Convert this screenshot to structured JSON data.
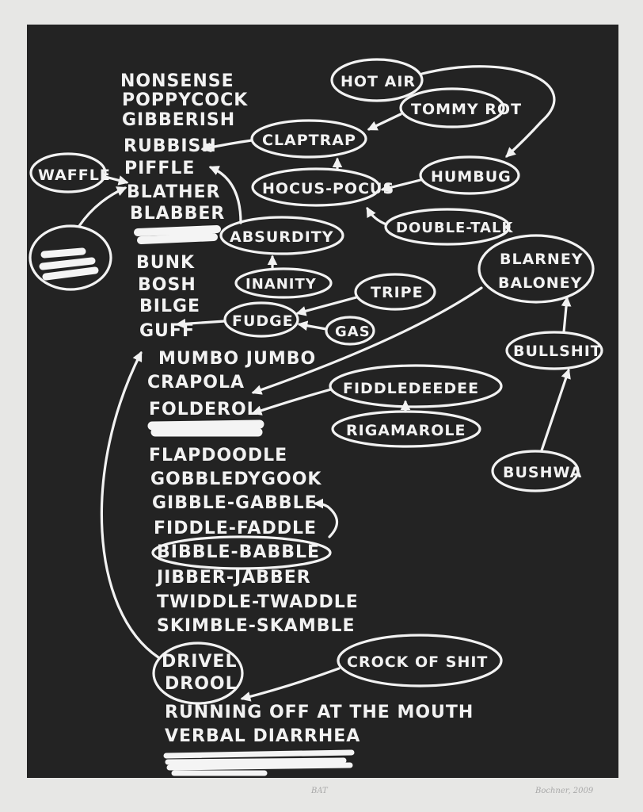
{
  "words": {
    "nonsense": "NONSENSE",
    "poppycock": "POPPYCOCK",
    "gibberish": "GIBBERISH",
    "rubbish": "RUBBISH",
    "piffle": "PIFFLE",
    "blather": "BLATHER",
    "blabber": "BLABBER",
    "bunk": "BUNK",
    "bosh": "BOSH",
    "bilge": "BILGE",
    "guff": "GUFF",
    "mumbo_jumbo": "MUMBO JUMBO",
    "crapola": "CRAPOLA",
    "folderol": "FOLDEROL",
    "flapdoodle": "FLAPDOODLE",
    "gobbledygook": "GOBBLEDYGOOK",
    "gibble_gabble": "GIBBLE-GABBLE",
    "fiddle_faddle": "FIDDLE-FADDLE",
    "bibble_babble": "BIBBLE-BABBLE",
    "jibber_jabber": "JIBBER-JABBER",
    "twiddle_twaddle": "TWIDDLE-TWADDLE",
    "skimble_skamble": "SKIMBLE-SKAMBLE",
    "drivel": "DRIVEL",
    "drool": "DROOL",
    "running_off": "RUNNING OFF AT THE MOUTH",
    "verbal_diarrhea": "VERBAL DIARRHEA",
    "waffle": "WAFFLE",
    "hot_air": "HOT AIR",
    "tommy_rot": "TOMMY ROT",
    "claptrap": "CLAPTRAP",
    "humbug": "HUMBUG",
    "hocus_pocus": "HOCUS-POCUS",
    "double_talk": "DOUBLE-TALK",
    "absurdity": "ABSURDITY",
    "inanity": "INANITY",
    "blarney": "BLARNEY",
    "baloney": "BALONEY",
    "tripe": "TRIPE",
    "fudge": "FUDGE",
    "gas": "GAS",
    "bullshit": "BULLSHIT",
    "fiddledeedee": "FIDDLEDEEDEE",
    "rigamarole": "RIGAMAROLE",
    "bushwa": "BUSHWA",
    "crock_of_shit": "CROCK OF SHIT"
  },
  "margin": {
    "title": "BAT",
    "signature": "Bochner, 2009"
  },
  "colors": {
    "board": "#232323",
    "ink": "#f2f2f2",
    "paper": "#e7e7e5"
  }
}
